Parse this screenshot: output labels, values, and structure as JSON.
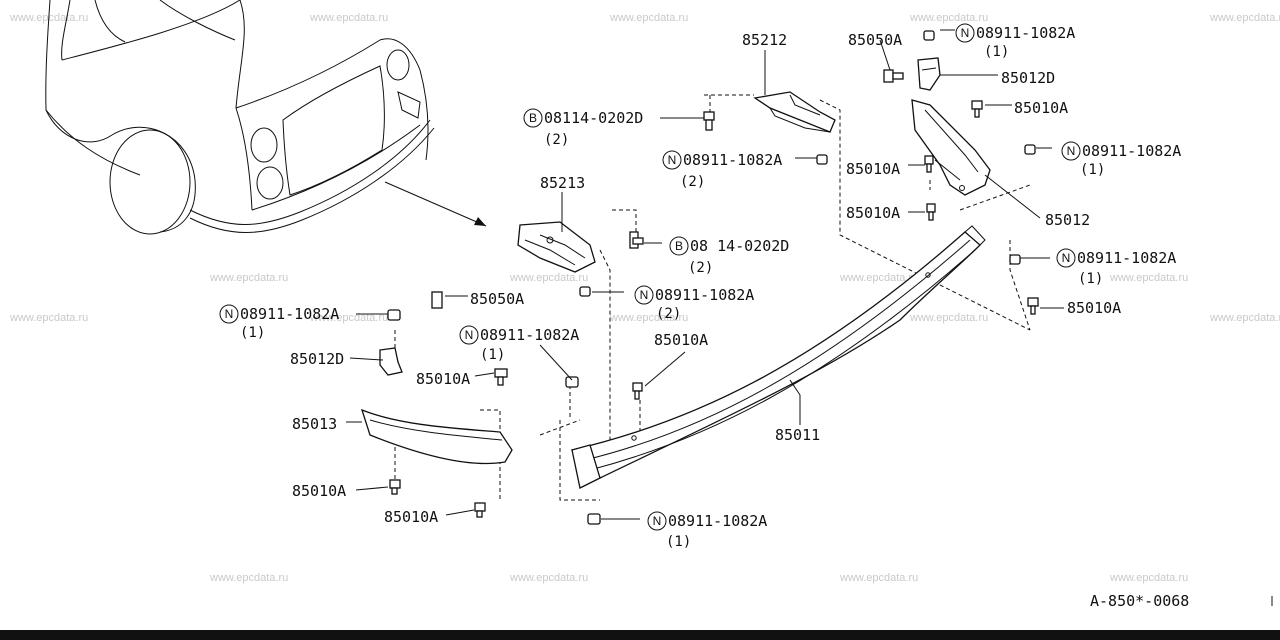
{
  "watermark": "www.epcdata.ru",
  "diagram_code": "A-850*-0068",
  "callouts": [
    {
      "id": "c85212",
      "part": "85212"
    },
    {
      "id": "c85050a_top",
      "part": "85050A"
    },
    {
      "id": "c08911_top",
      "prefix": "N",
      "part": "08911-1082A",
      "qty": "(1)"
    },
    {
      "id": "c85012d_top",
      "part": "85012D"
    },
    {
      "id": "c85010a_r1",
      "part": "85010A"
    },
    {
      "id": "c08114_top",
      "prefix": "B",
      "part": "08114-0202D",
      "qty": "(2)"
    },
    {
      "id": "c08911_mid1",
      "prefix": "N",
      "part": "08911-1082A",
      "qty": "(2)"
    },
    {
      "id": "c08911_r1",
      "prefix": "N",
      "part": "08911-1082A",
      "qty": "(1)"
    },
    {
      "id": "c85010a_r2",
      "part": "85010A"
    },
    {
      "id": "c85010a_r3",
      "part": "85010A"
    },
    {
      "id": "c85012",
      "part": "85012"
    },
    {
      "id": "c85213",
      "part": "85213"
    },
    {
      "id": "c08114_mid",
      "prefix": "B",
      "part": "08 14-0202D",
      "qty": "(2)"
    },
    {
      "id": "c08911_r2",
      "prefix": "N",
      "part": "08911-1082A",
      "qty": "(1)"
    },
    {
      "id": "c85050a_left",
      "part": "85050A"
    },
    {
      "id": "c08911_mid2",
      "prefix": "N",
      "part": "08911-1082A",
      "qty": "(2)"
    },
    {
      "id": "c08911_left",
      "prefix": "N",
      "part": "08911-1082A",
      "qty": "(1)"
    },
    {
      "id": "c85010a_r4",
      "part": "85010A"
    },
    {
      "id": "c08911_center",
      "prefix": "N",
      "part": "08911-1082A",
      "qty": "(1)"
    },
    {
      "id": "c85010a_center",
      "part": "85010A"
    },
    {
      "id": "c85012d_left",
      "part": "85012D"
    },
    {
      "id": "c85010a_left1",
      "part": "85010A"
    },
    {
      "id": "c85013",
      "part": "85013"
    },
    {
      "id": "c85011",
      "part": "85011"
    },
    {
      "id": "c85010a_left2",
      "part": "85010A"
    },
    {
      "id": "c85010a_left3",
      "part": "85010A"
    },
    {
      "id": "c08911_bottom",
      "prefix": "N",
      "part": "08911-1082A",
      "qty": "(1)"
    }
  ]
}
